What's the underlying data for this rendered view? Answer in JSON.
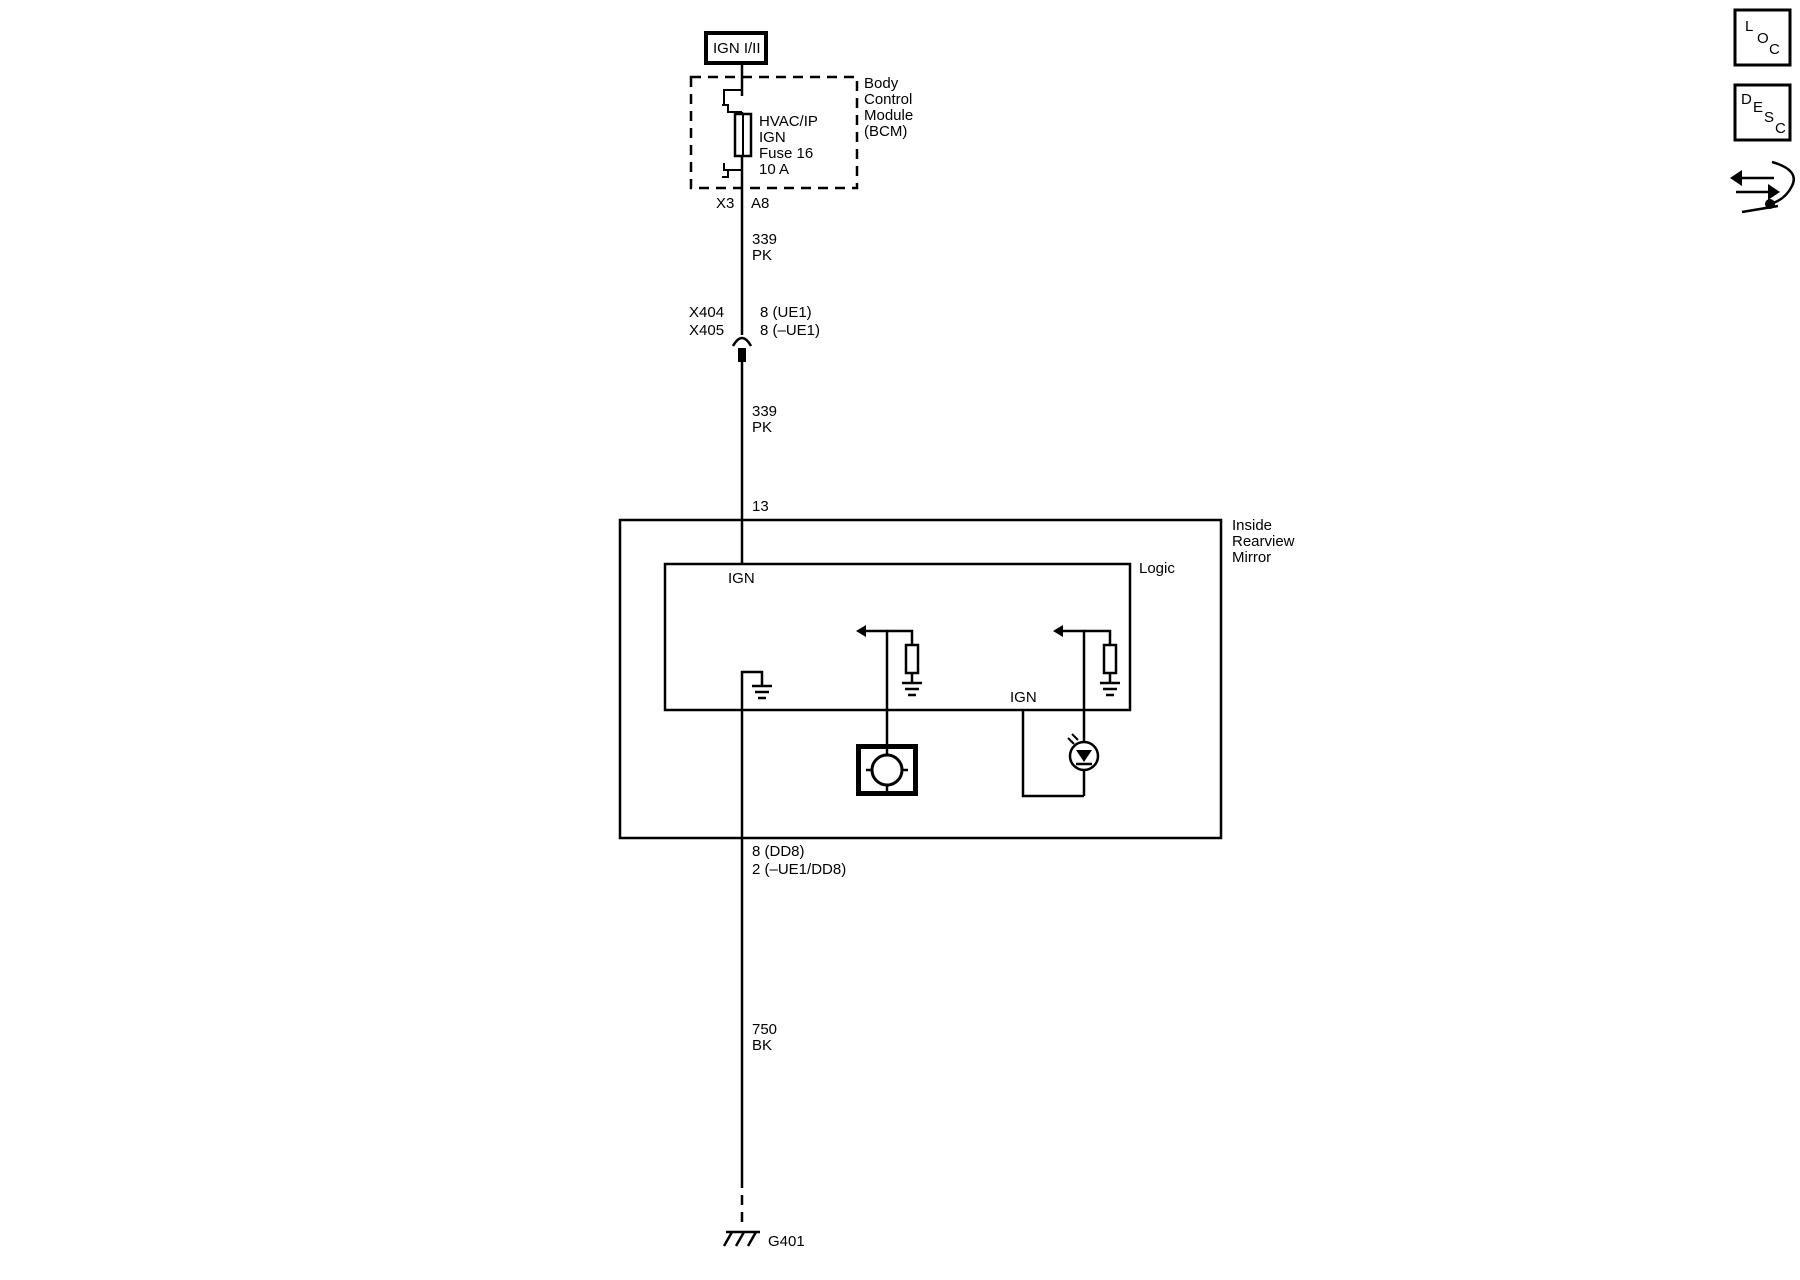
{
  "power": {
    "source_label": "IGN I/II"
  },
  "bcm": {
    "name_lines": [
      "Body",
      "Control",
      "Module",
      "(BCM)"
    ],
    "fuse_lines": [
      "HVAC/IP",
      "IGN",
      "Fuse 16",
      "10 A"
    ],
    "connector": "X3",
    "pin": "A8"
  },
  "wire_upper": {
    "circuit": "339",
    "color": "PK"
  },
  "inline_connector": {
    "connectors": [
      "X404",
      "X405"
    ],
    "pins": [
      "8 (UE1)",
      "8 (–UE1)"
    ]
  },
  "wire_middle": {
    "circuit": "339",
    "color": "PK"
  },
  "mirror": {
    "pin_in": "13",
    "name_lines": [
      "Inside",
      "Rearview",
      "Mirror"
    ],
    "logic_label": "Logic",
    "ign_label_top": "IGN",
    "ign_label_led": "IGN",
    "pins_out": [
      "8 (DD8)",
      "2 (–UE1/DD8)"
    ]
  },
  "wire_lower": {
    "circuit": "750",
    "color": "BK"
  },
  "ground": {
    "label": "G401"
  },
  "side_icons": [
    {
      "name": "loc-icon",
      "letters": [
        "L",
        "O",
        "C"
      ]
    },
    {
      "name": "desc-icon",
      "letters": [
        "D",
        "E",
        "S",
        "C"
      ]
    },
    {
      "name": "connector-tool-icon"
    }
  ]
}
